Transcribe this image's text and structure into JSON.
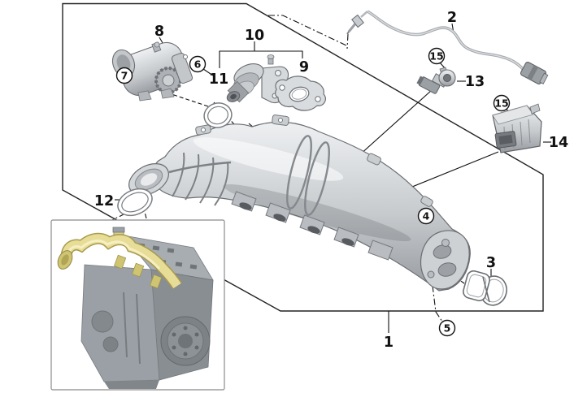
{
  "diagram": {
    "type": "exploded-parts-diagram",
    "colors": {
      "line": "#111111",
      "frame": "#222222",
      "metal_light": "#eef0f2",
      "metal_mid": "#c6cacd",
      "metal_dark": "#8e9296",
      "highlight_yellow": "#e3d88e",
      "inset_border": "#8b8b8b"
    },
    "callouts": [
      {
        "label": "1",
        "style": "plain"
      },
      {
        "label": "2",
        "style": "plain"
      },
      {
        "label": "3",
        "style": "plain"
      },
      {
        "label": "4",
        "style": "circled"
      },
      {
        "label": "5",
        "style": "circled"
      },
      {
        "label": "6",
        "style": "circled"
      },
      {
        "label": "7",
        "style": "circled"
      },
      {
        "label": "8",
        "style": "plain"
      },
      {
        "label": "9",
        "style": "plain"
      },
      {
        "label": "10",
        "style": "plain"
      },
      {
        "label": "11",
        "style": "plain"
      },
      {
        "label": "12",
        "style": "plain"
      },
      {
        "label": "13",
        "style": "plain"
      },
      {
        "label": "14",
        "style": "plain"
      },
      {
        "label": "15",
        "style": "circled"
      },
      {
        "label": "15",
        "style": "circled"
      }
    ]
  }
}
